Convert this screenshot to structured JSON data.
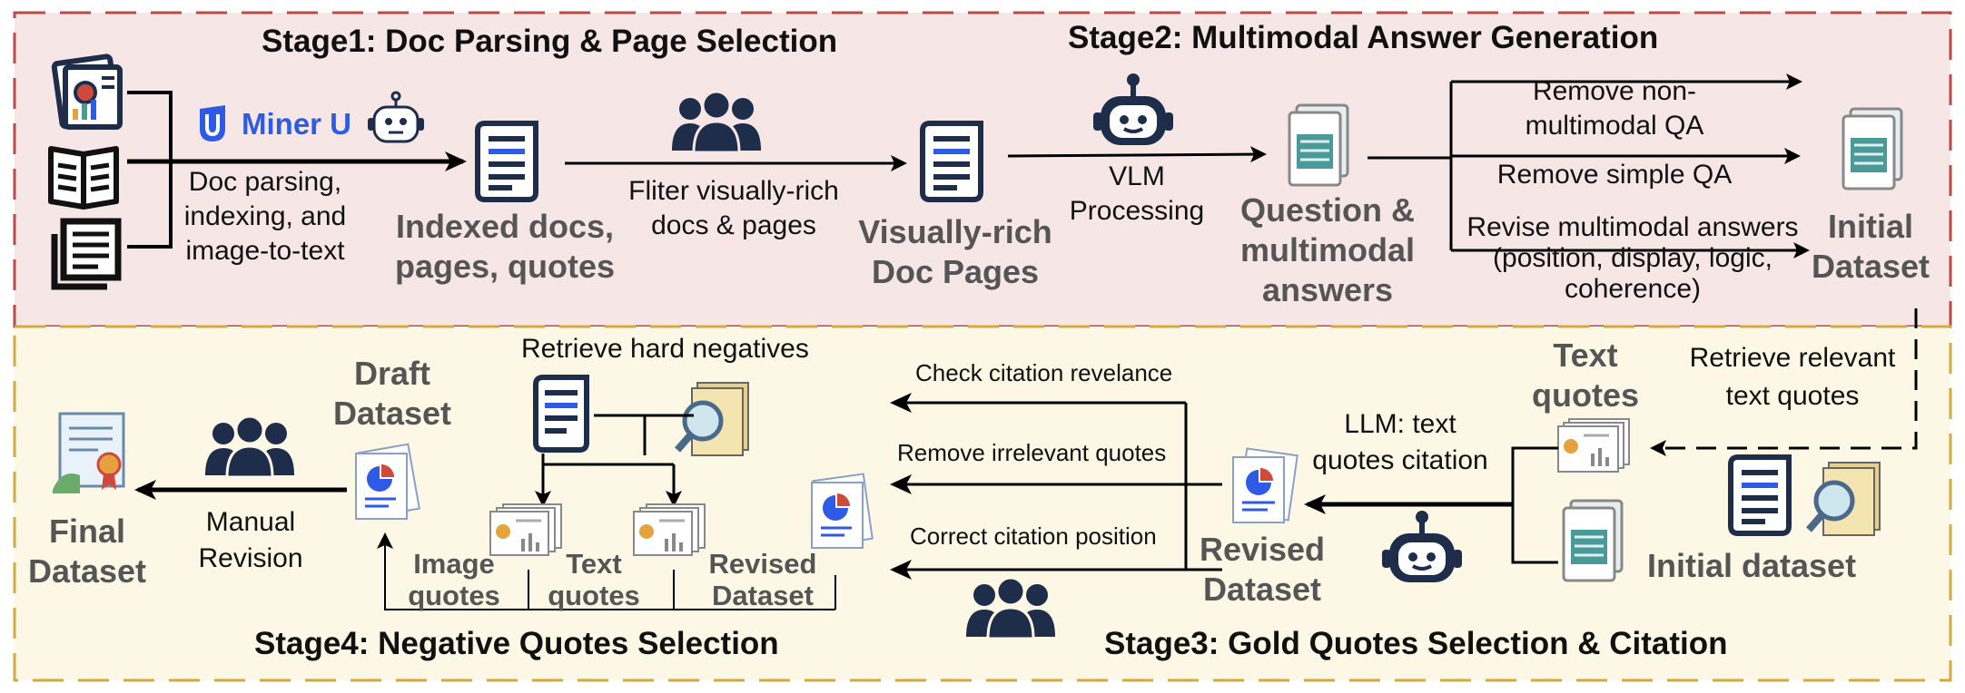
{
  "stages": {
    "s1": "Stage1: Doc Parsing & Page Selection",
    "s2": "Stage2: Multimodal Answer Generation",
    "s3": "Stage3:  Gold Quotes Selection & Citation",
    "s4": "Stage4:  Negative Quotes Selection"
  },
  "logo": {
    "text": "Miner U"
  },
  "top": {
    "parse_label": [
      "Doc parsing,",
      "indexing, and",
      "image-to-text"
    ],
    "indexed": [
      "Indexed docs,",
      "pages, quotes"
    ],
    "filter_label": [
      "Fliter visually-rich",
      "docs & pages"
    ],
    "visually_rich": [
      "Visually-rich",
      "Doc Pages"
    ],
    "vlm_label": [
      "VLM",
      "Processing"
    ],
    "qa": [
      "Question &",
      "multimodal",
      "answers"
    ],
    "remove_nonmm": [
      "Remove non-",
      "multimodal QA"
    ],
    "remove_simple": "Remove simple QA",
    "revise": [
      "Revise multimodal answers",
      "(position, display, logic,",
      "coherence)"
    ],
    "initial": [
      "Initial",
      "Dataset"
    ]
  },
  "bottom": {
    "retrieve_relevant": [
      "Retrieve relevant",
      "text quotes"
    ],
    "text_quotes": [
      "Text",
      "quotes"
    ],
    "initial_dataset": "Initial dataset",
    "llm_label": [
      "LLM: text",
      "quotes citation"
    ],
    "revised": [
      "Revised",
      "Dataset"
    ],
    "check": "Check citation revelance",
    "remove_irrelevant": "Remove irrelevant quotes",
    "correct": "Correct citation position",
    "retrieve_hard": "Retrieve hard negatives",
    "image_quotes": [
      "Image",
      "quotes"
    ],
    "text_quotes2": [
      "Text",
      "quotes"
    ],
    "revised2": [
      "Revised",
      "Dataset"
    ],
    "draft": [
      "Draft",
      "Dataset"
    ],
    "manual": [
      "Manual",
      "Revision"
    ],
    "final": [
      "Final",
      "Dataset"
    ]
  },
  "icon_names": [
    "documents-icon",
    "book-icon",
    "newspaper-icon",
    "robot-icon",
    "people-icon",
    "indexed-doc-icon",
    "visually-rich-doc-icon",
    "qa-doc-icon",
    "initial-dataset-icon",
    "text-quotes-icon",
    "magnifier-icon",
    "revised-dataset-icon",
    "chart-page-icon",
    "image-quotes-icon",
    "draft-dataset-icon",
    "certificate-icon"
  ],
  "colors": {
    "top_bg": "#f7e6e6",
    "top_border": "#b94a46",
    "bottom_bg": "#fdf7e6",
    "bottom_border": "#d4a940",
    "icon_navy": "#1e2d4a",
    "icon_teal": "#4a9a9a",
    "logo_blue": "#2e5be6"
  }
}
